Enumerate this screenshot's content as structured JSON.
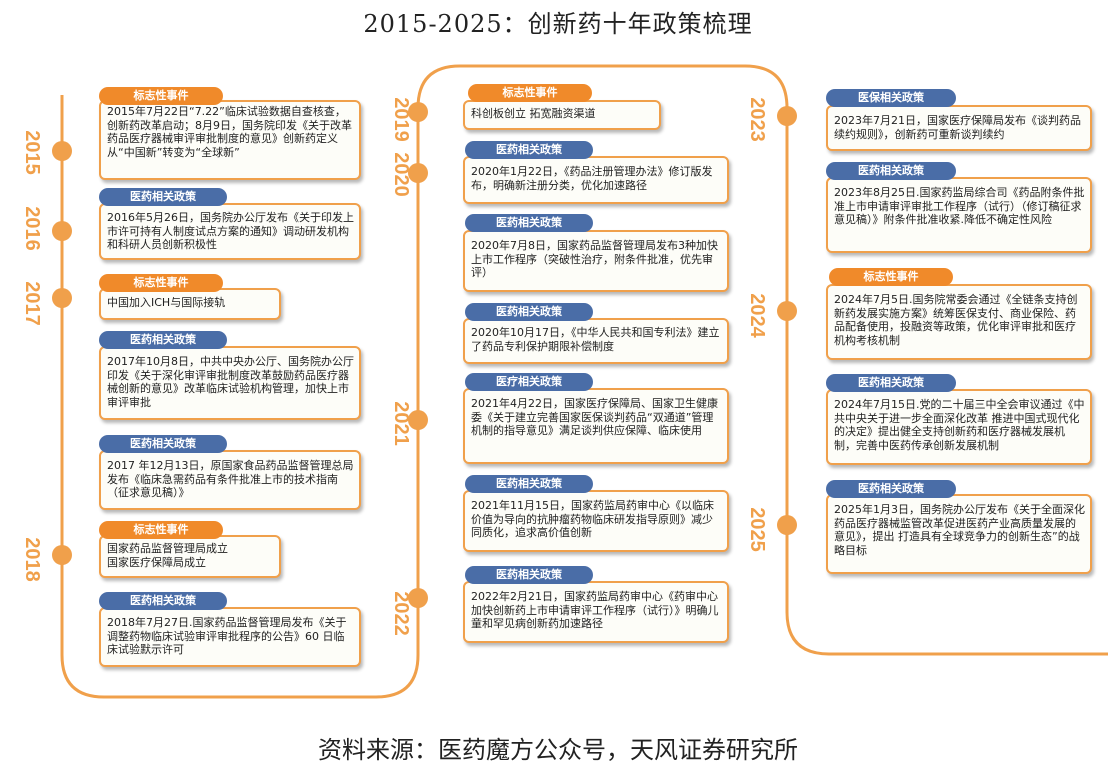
{
  "title": "2015-2025：创新药十年政策梳理",
  "source": "资料来源：医药魔方公众号，天风证券研究所",
  "colors": {
    "line": "#f0a04b",
    "orange_tag": "#f08a2a",
    "blue_tag": "#4a6da7"
  },
  "years": [
    "2015",
    "2016",
    "2017",
    "2018",
    "2019",
    "2020",
    "2021",
    "2022",
    "2023",
    "2024",
    "2025"
  ],
  "tags": {
    "milestone": "标志性事件",
    "pharma": "医药相关政策",
    "medical": "医疗相关政策",
    "insurance": "医保相关政策"
  },
  "events": [
    "2015年7月22日“7.22”临床试验数据自查核查，创新药改革启动；8月9日，国务院印发《关于改革药品医疗器械审评审批制度的意见》创新药定义从“中国新”转变为“全球新”",
    "2016年5月26日，国务院办公厅发布《关于印发上市许可持有人制度试点方案的通知》调动研发机构和科研人员创新积极性",
    "中国加入ICH与国际接轨",
    "2017年10月8日，中共中央办公厅、国务院办公厅印发《关于深化审评审批制度改革鼓励药品医疗器械创新的意见》改革临床试验机构管理，加快上市审评审批",
    "2017 年12月13日，原国家食品药品监督管理总局发布《临床急需药品有条件批准上市的技术指南（征求意见稿）》",
    "国家药品监督管理局成立\n国家医疗保障局成立",
    "2018年7月27日.国家药品监督管理局发布《关于调整药物临床试验审评审批程序的公告》60 日临床试验默示许可",
    "科创板创立 拓宽融资渠道",
    "2020年1月22日，《药品注册管理办法》修订版发布，明确新注册分类，优化加速路径",
    "2020年7月8日，国家药品监督管理局发布3种加快上市工作程序（突破性治疗，附条件批准，优先审评）",
    "2020年10月17日，《中华人民共和国专利法》建立了药品专利保护期限补偿制度",
    "2021年4月22日，国家医疗保障局、国家卫生健康委《关于建立完善国家医保谈判药品“双通道”管理机制的指导意见》满足谈判供应保障、临床使用",
    "2021年11月15日，国家药监局药审中心《以临床价值为导向的抗肿瘤药物临床研发指导原则》减少同质化，追求高价值创新",
    "2022年2月21日，国家药监局药审中心《药审中心加快创新药上市申请审评工作程序（试行）》明确儿童和罕见病创新药加速路径",
    "2023年7月21日，国家医疗保障局发布《谈判药品续约规则》，创新药可重新谈判续约",
    "2023年8月25日.国家药监局综合司《药品附条件批准上市申请审评审批工作程序（试行）（修订稿征求意见稿）》附条件批准收紧.降低不确定性风险",
    "2024年7月5日.国务院常委会通过《全链条支持创新药发展实施方案》统筹医保支付、商业保险、药品配备使用，投融资等政策，优化审评审批和医疗机构考核机制",
    "2024年7月15日.党的二十届三中全会审议通过《中共中央关于进一步全面深化改革 推进中国式现代化的决定》提出健全支持创新药和医疗器械发展机制，完善中医药传承创新发展机制",
    "2025年1月3日，国务院办公厅发布《关于全面深化药品医疗器械监管改革促进医药产业高质量发展的意见》，提出 打造具有全球竞争力的创新生态”的战略目标"
  ]
}
